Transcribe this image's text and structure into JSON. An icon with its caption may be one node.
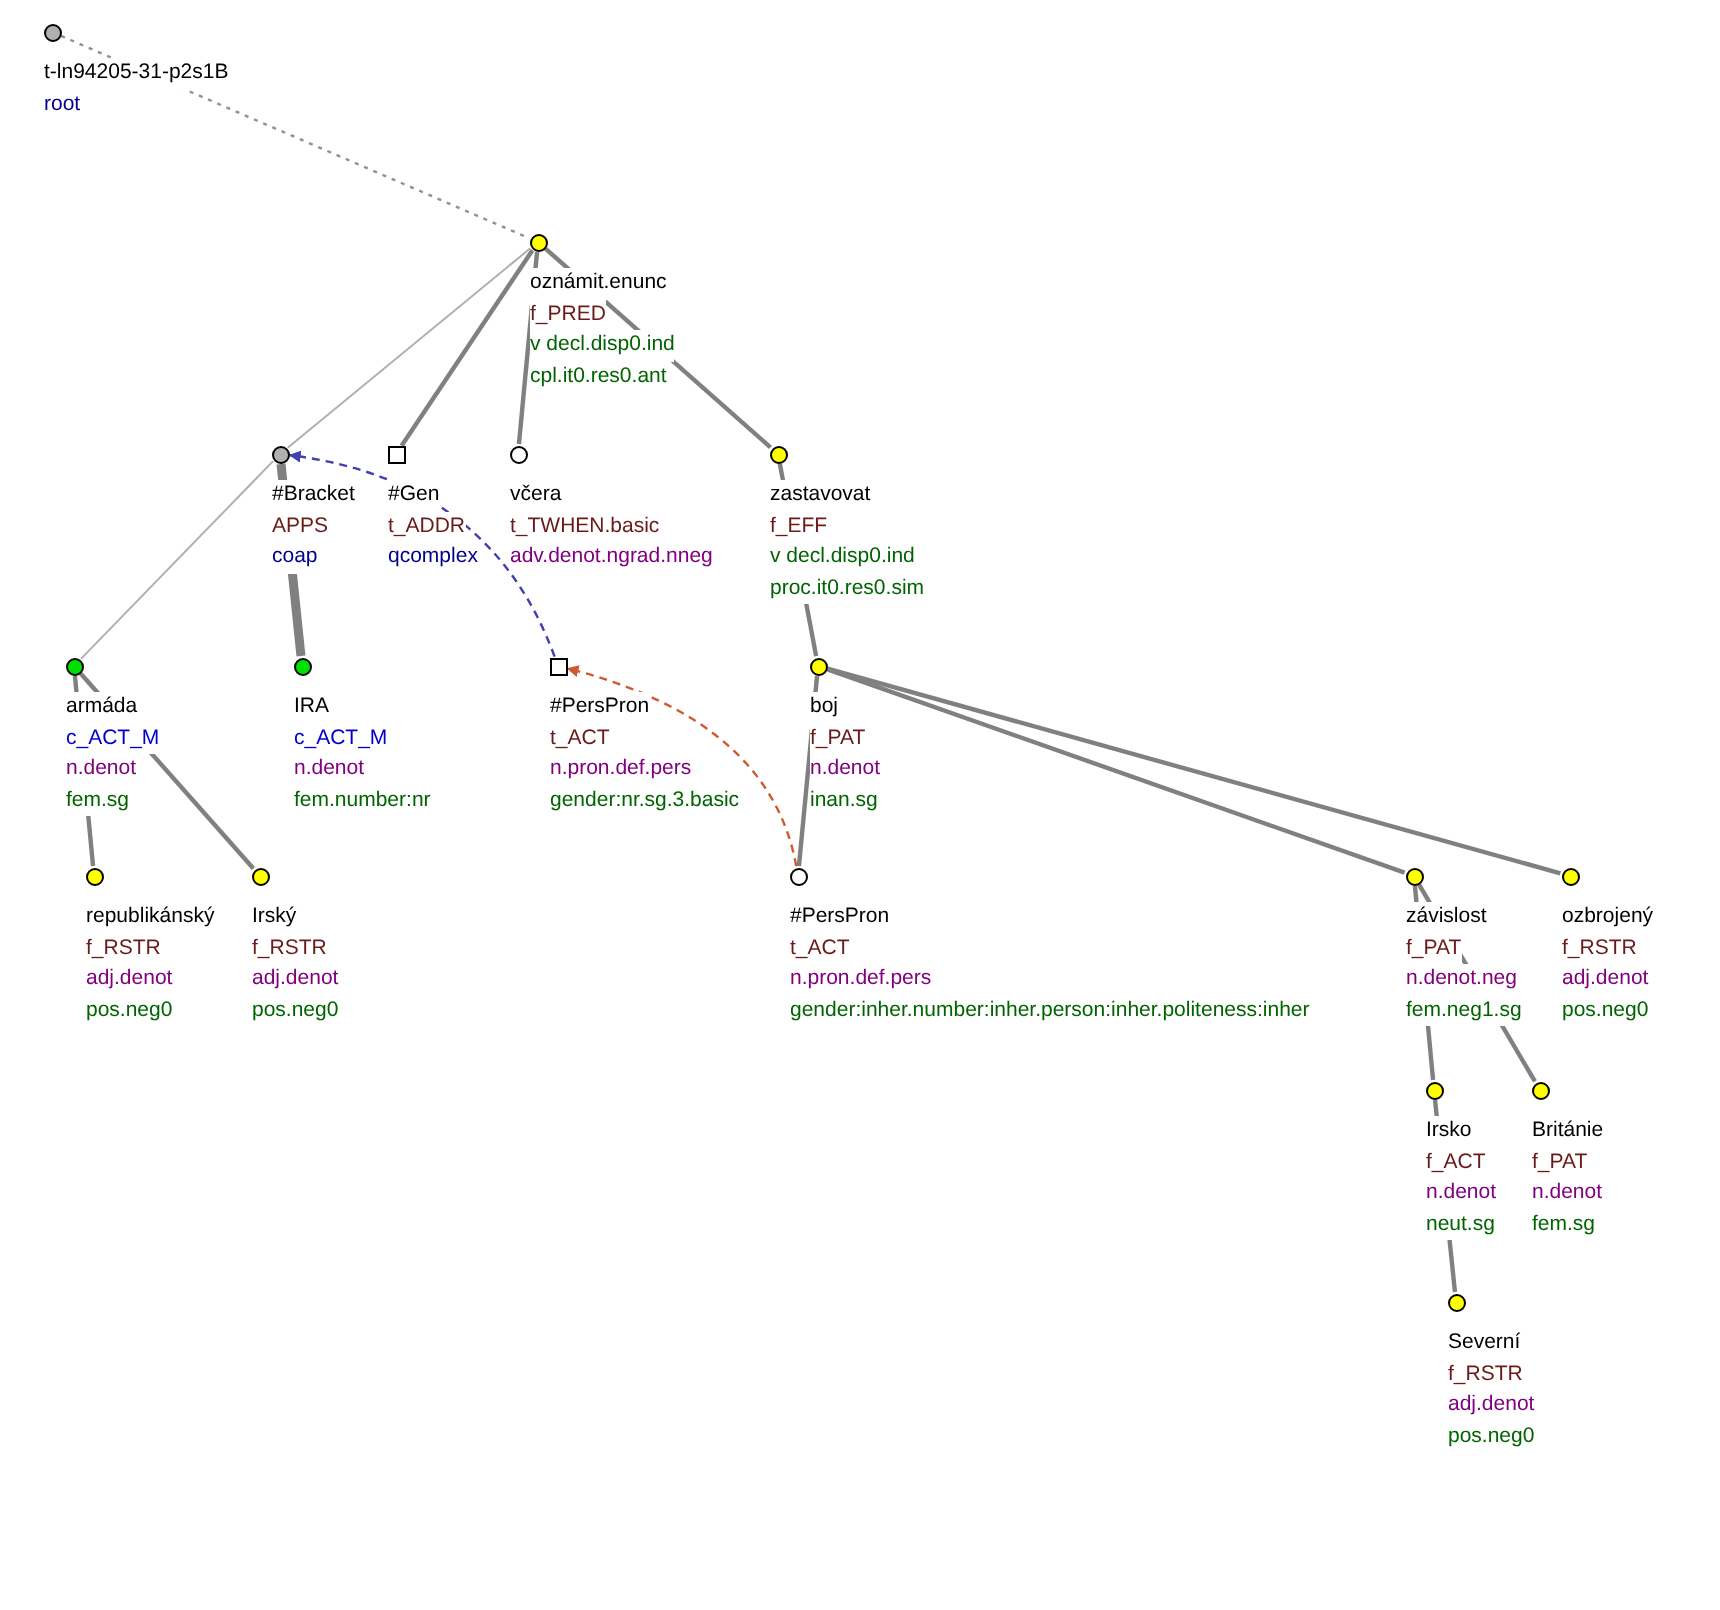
{
  "diagram": {
    "nodes": [
      {
        "text": [],
        "shape": "circle",
        "beside": [
          "t-ln94205-31-p2s1B",
          "root"
        ]
      },
      {
        "text": [],
        "shape": "circle",
        "beside": [
          "oznámit.enunc",
          "f_PRED",
          "v decl.disp0.ind",
          "cpl.it0.res0.ant"
        ]
      },
      {
        "text": [],
        "shape": "circle",
        "beside": [
          "#Bracket",
          "APPS",
          "coap"
        ]
      },
      {
        "text": [],
        "shape": "box",
        "beside": [
          "#Gen",
          "t_ADDR",
          "qcomplex"
        ]
      },
      {
        "text": [],
        "shape": "circle",
        "beside": [
          "včera",
          "t_TWHEN.basic",
          "adv.denot.ngrad.nneg"
        ]
      },
      {
        "text": [],
        "shape": "circle",
        "beside": [
          "zastavovat",
          "f_EFF",
          "v decl.disp0.ind",
          "proc.it0.res0.sim"
        ]
      },
      {
        "text": [],
        "shape": "circle",
        "beside": [
          "armáda",
          "c_ACT_M",
          "n.denot",
          "fem.sg"
        ]
      },
      {
        "text": [],
        "shape": "circle",
        "beside": [
          "IRA",
          "c_ACT_M",
          "n.denot",
          "fem.number:nr"
        ]
      },
      {
        "text": [],
        "shape": "box",
        "beside": [
          "#PersPron",
          "t_ACT",
          "n.pron.def.pers",
          "gender:nr.sg.3.basic"
        ]
      },
      {
        "text": [],
        "shape": "circle",
        "beside": [
          "boj",
          "f_PAT",
          "n.denot",
          "inan.sg"
        ]
      },
      {
        "text": [],
        "shape": "circle",
        "beside": [
          "republikánský",
          "f_RSTR",
          "adj.denot",
          "pos.neg0"
        ]
      },
      {
        "text": [],
        "shape": "circle",
        "beside": [
          "Irský",
          "f_RSTR",
          "adj.denot",
          "pos.neg0"
        ]
      },
      {
        "text": [],
        "shape": "circle",
        "beside": [
          "#PersPron",
          "t_ACT",
          "n.pron.def.pers",
          "gender:inher.number:inher.person:inher.politeness:inher"
        ]
      },
      {
        "text": [],
        "shape": "circle",
        "beside": [
          "závislost",
          "f_PAT",
          "n.denot.neg",
          "fem.neg1.sg"
        ]
      },
      {
        "text": [],
        "shape": "circle",
        "beside": [
          "ozbrojený",
          "f_RSTR",
          "adj.denot",
          "pos.neg0"
        ]
      },
      {
        "text": [],
        "shape": "circle",
        "beside": [
          "Irsko",
          "f_ACT",
          "n.denot",
          "neut.sg"
        ]
      },
      {
        "text": [],
        "shape": "circle",
        "beside": [
          "Británie",
          "f_PAT",
          "n.denot",
          "fem.sg"
        ]
      },
      {
        "text": [],
        "shape": "circle",
        "beside": [
          "Severní",
          "f_RSTR",
          "adj.denot",
          "pos.neg0"
        ]
      }
    ],
    "edges": [
      {
        "from": 0,
        "to": 1,
        "arrow": "none",
        "style": "dashed"
      },
      {
        "from": 1,
        "to": 2,
        "arrow": "none",
        "color": "#b0b0b0"
      },
      {
        "from": 1,
        "to": 3,
        "arrow": "none"
      },
      {
        "from": 1,
        "to": 4,
        "arrow": "none"
      },
      {
        "from": 1,
        "to": 5,
        "arrow": "none"
      },
      {
        "from": 2,
        "to": 6,
        "arrow": "none",
        "color": "#b0b0b0"
      },
      {
        "from": 2,
        "to": 7,
        "arrow": "none",
        "style": "thick"
      },
      {
        "from": 5,
        "to": 9,
        "arrow": "none"
      },
      {
        "from": 6,
        "to": 10,
        "arrow": "none"
      },
      {
        "from": 6,
        "to": 11,
        "arrow": "none"
      },
      {
        "from": 9,
        "to": 12,
        "arrow": "none"
      },
      {
        "from": 9,
        "to": 13,
        "arrow": "none"
      },
      {
        "from": 9,
        "to": 14,
        "arrow": "none"
      },
      {
        "from": 13,
        "to": 15,
        "arrow": "none"
      },
      {
        "from": 13,
        "to": 16,
        "arrow": "none"
      },
      {
        "from": 15,
        "to": 17,
        "arrow": "none"
      },
      {
        "from": 8,
        "to": 2,
        "arrow": "to",
        "style": "dashed",
        "color": "#4040b0"
      },
      {
        "from": 12,
        "to": 8,
        "arrow": "to",
        "style": "dashed",
        "color": "#d05a30"
      }
    ]
  }
}
